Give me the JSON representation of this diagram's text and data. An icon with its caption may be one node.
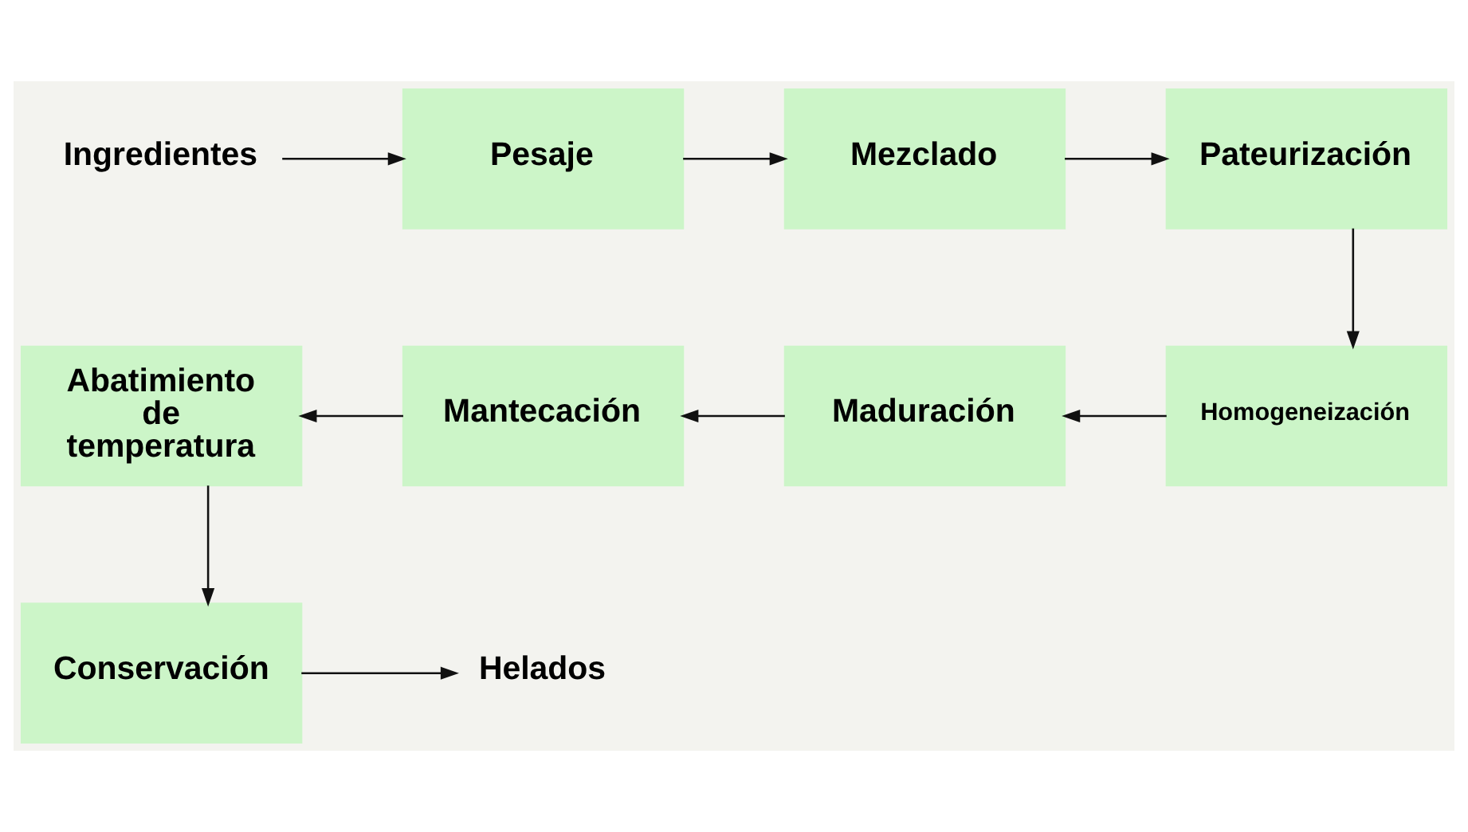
{
  "diagram": {
    "nodes": [
      {
        "text": [
          "Ingredientes"
        ]
      },
      {
        "text": [
          "Pesaje"
        ]
      },
      {
        "text": [
          "Mezclado"
        ]
      },
      {
        "text": [
          "Pateurización"
        ]
      },
      {
        "text": [
          "Homogeneización"
        ]
      },
      {
        "text": [
          "Maduración"
        ]
      },
      {
        "text": [
          "Mantecación"
        ]
      },
      {
        "text": [
          "Abatimiento de temperatura"
        ]
      },
      {
        "text": [
          "Conservación"
        ]
      },
      {
        "text": [
          "Helados"
        ]
      }
    ],
    "edges": [
      {
        "from": 0,
        "to": 1,
        "arrow": "to"
      },
      {
        "from": 1,
        "to": 2,
        "arrow": "to"
      },
      {
        "from": 2,
        "to": 3,
        "arrow": "to"
      },
      {
        "from": 3,
        "to": 4,
        "arrow": "to"
      },
      {
        "from": 4,
        "to": 5,
        "arrow": "to"
      },
      {
        "from": 5,
        "to": 6,
        "arrow": "to"
      },
      {
        "from": 6,
        "to": 7,
        "arrow": "to"
      },
      {
        "from": 7,
        "to": 8,
        "arrow": "to"
      },
      {
        "from": 8,
        "to": 9,
        "arrow": "to"
      }
    ]
  }
}
